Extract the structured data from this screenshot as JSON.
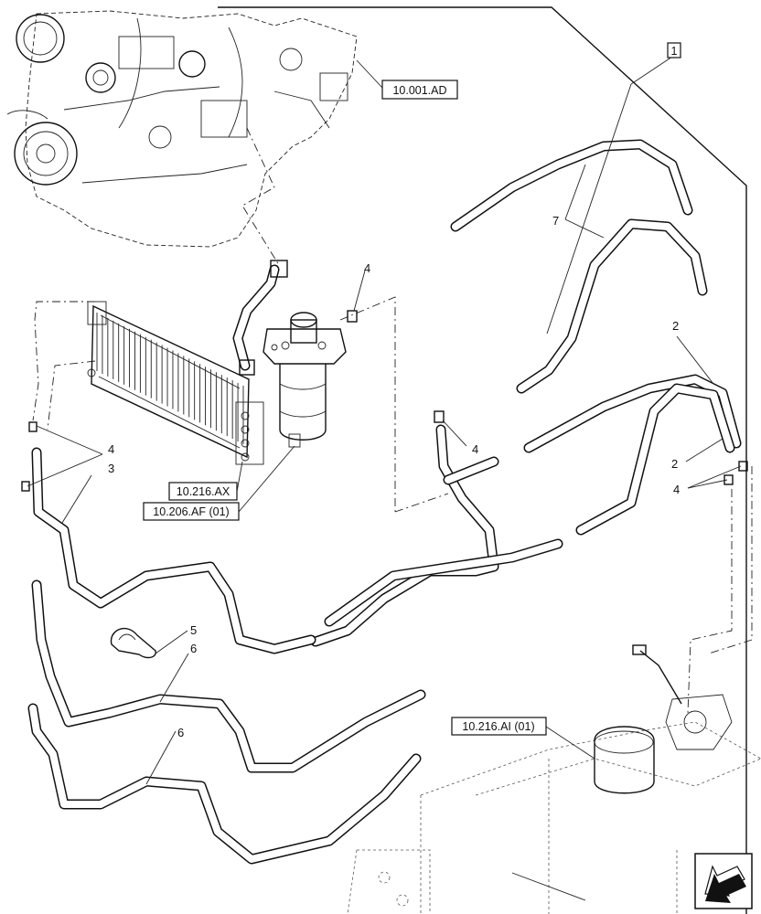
{
  "item_number": "1",
  "callouts": {
    "hose_upper_pair": "2",
    "hose_lower_pair": "2",
    "hose_left": "3",
    "clip_top": "4",
    "clip_left": "4",
    "clip_mid": "4",
    "clip_right": "4",
    "bracket": "5",
    "tube_upper": "6",
    "tube_lower": "6",
    "hose_top": "7"
  },
  "references": {
    "engine": "10.001.AD",
    "cooler": "10.216.AX",
    "filter": "10.206.AF (01)",
    "tank": "10.216.AI (01)"
  },
  "nav_icon": "arrow-back-icon"
}
